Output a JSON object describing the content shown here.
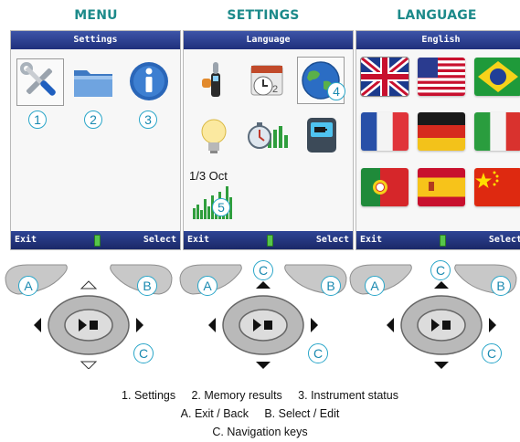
{
  "columns": [
    {
      "title": "MENU",
      "header": "Settings",
      "footer_left": "Exit",
      "footer_right": "Select"
    },
    {
      "title": "SETTINGS",
      "header": "Language",
      "footer_left": "Exit",
      "footer_right": "Select"
    },
    {
      "title": "LANGUAGE",
      "header": "English",
      "footer_left": "Exit",
      "footer_right": "Select"
    }
  ],
  "menu_icons": [
    {
      "icon": "wrench-screwdriver-icon",
      "number": "1"
    },
    {
      "icon": "folder-icon",
      "number": "2"
    },
    {
      "icon": "info-icon",
      "number": "3"
    }
  ],
  "settings_icons": [
    "sound-meter-icon",
    "calendar-clock-icon",
    "globe-icon",
    "light-bulb-icon",
    "stopwatch-chart-icon",
    "battery-device-icon",
    "bar-chart-icon"
  ],
  "settings_marker_globe": "4",
  "settings_marker_chart": "5",
  "settings_date_text": "1/3 Oct",
  "language_flags": [
    "uk-flag-icon",
    "us-flag-icon",
    "brazil-flag-icon",
    "france-flag-icon",
    "germany-flag-icon",
    "italy-flag-icon",
    "portugal-flag-icon",
    "spain-flag-icon",
    "china-flag-icon"
  ],
  "keys": {
    "a": "A",
    "b": "B",
    "c": "C"
  },
  "legend": {
    "line1": "1. Settings     2. Memory results     3. Instrument status",
    "line2": "A. Exit / Back     B. Select / Edit",
    "line3": "C. Navigation keys"
  }
}
